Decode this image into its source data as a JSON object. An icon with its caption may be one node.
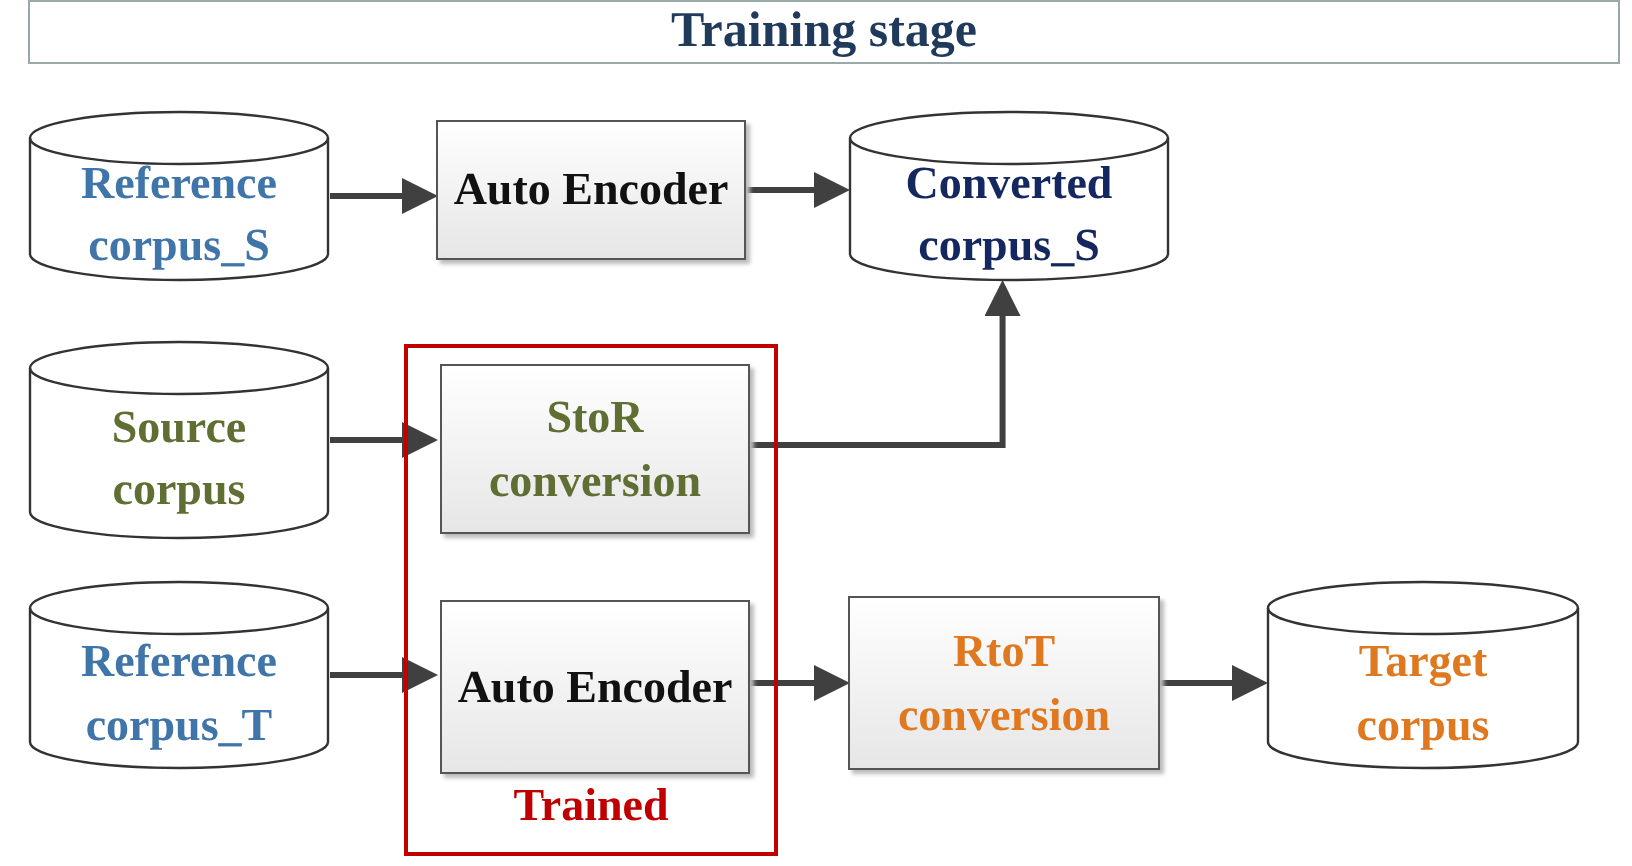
{
  "diagram": {
    "title": "Training stage",
    "nodes": [
      {
        "text": [
          "Reference corpus_S"
        ]
      },
      {
        "text": [
          "Auto Encoder"
        ]
      },
      {
        "text": [
          "Converted corpus_S"
        ]
      },
      {
        "text": [
          "Source corpus"
        ]
      },
      {
        "text": [
          "Trained"
        ]
      },
      {
        "text": [
          "StoR conversion"
        ],
        "in": 4
      },
      {
        "text": [
          "Reference corpus_T"
        ]
      },
      {
        "text": [
          "Auto Encoder"
        ],
        "in": 4
      },
      {
        "text": [
          "RtoT conversion"
        ]
      },
      {
        "text": [
          "Target corpus"
        ]
      }
    ],
    "edges": [
      {
        "from": 0,
        "to": 1,
        "arrow": "to"
      },
      {
        "from": 1,
        "to": 2,
        "arrow": "to"
      },
      {
        "from": 3,
        "to": 5,
        "arrow": "to"
      },
      {
        "from": 5,
        "to": 2,
        "arrow": "to"
      },
      {
        "from": 6,
        "to": 7,
        "arrow": "to"
      },
      {
        "from": 7,
        "to": 8,
        "arrow": "to"
      },
      {
        "from": 8,
        "to": 9,
        "arrow": "to"
      }
    ]
  }
}
